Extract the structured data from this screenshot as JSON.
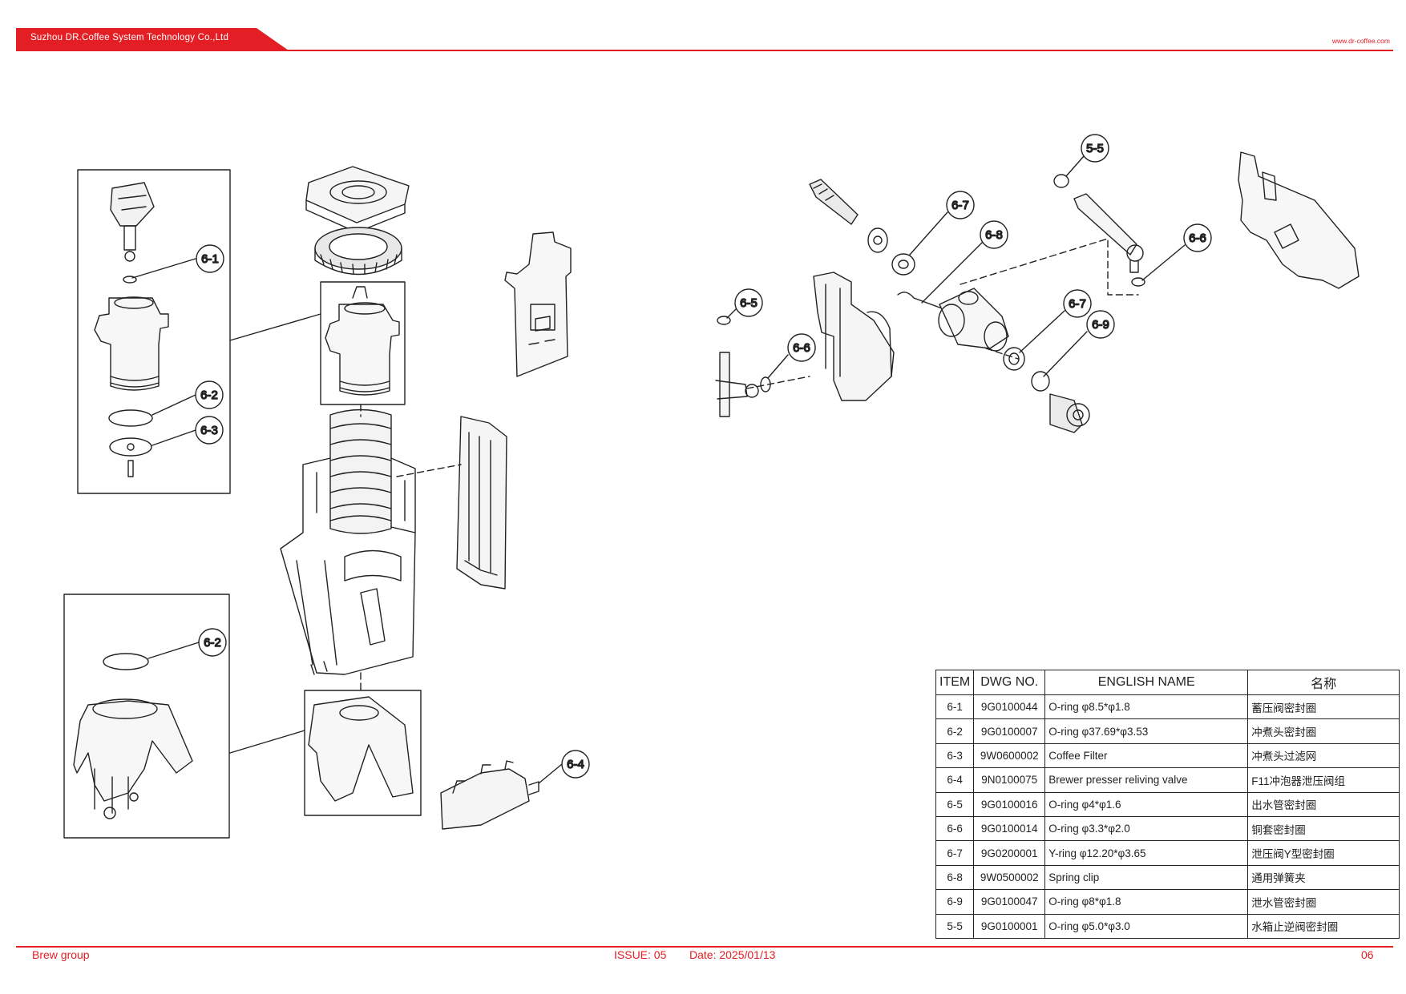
{
  "header": {
    "company": "Suzhou DR.Coffee System Technology Co.,Ltd",
    "website": "www.dr-coffee.com",
    "accent_color": "#e31e24"
  },
  "callouts": [
    "6-1",
    "6-2",
    "6-3",
    "6-2",
    "6-4",
    "6-5",
    "6-6",
    "6-7",
    "6-8",
    "5-5",
    "6-6",
    "6-7",
    "6-9"
  ],
  "table": {
    "headers": [
      "ITEM",
      "DWG NO.",
      "ENGLISH NAME",
      "名称"
    ],
    "rows": [
      {
        "item": "6-1",
        "dwg": "9G0100044",
        "english": "O-ring φ8.5*φ1.8",
        "chinese": "蓄压阀密封圈"
      },
      {
        "item": "6-2",
        "dwg": "9G0100007",
        "english": "O-ring φ37.69*φ3.53",
        "chinese": "冲煮头密封圈"
      },
      {
        "item": "6-3",
        "dwg": "9W0600002",
        "english": "Coffee Filter",
        "chinese": "冲煮头过滤网"
      },
      {
        "item": "6-4",
        "dwg": "9N0100075",
        "english": "Brewer presser reliving valve",
        "chinese": "F11冲泡器泄压阀组"
      },
      {
        "item": "6-5",
        "dwg": "9G0100016",
        "english": "O-ring φ4*φ1.6",
        "chinese": "出水管密封圈"
      },
      {
        "item": "6-6",
        "dwg": "9G0100014",
        "english": "O-ring φ3.3*φ2.0",
        "chinese": "铜套密封圈"
      },
      {
        "item": "6-7",
        "dwg": "9G0200001",
        "english": "Y-ring φ12.20*φ3.65",
        "chinese": "泄压阀Y型密封圈"
      },
      {
        "item": "6-8",
        "dwg": "9W0500002",
        "english": "Spring clip",
        "chinese": "通用弹簧夹"
      },
      {
        "item": "6-9",
        "dwg": "9G0100047",
        "english": "O-ring φ8*φ1.8",
        "chinese": "泄水管密封圈"
      },
      {
        "item": "5-5",
        "dwg": "9G0100001",
        "english": "O-ring φ5.0*φ3.0",
        "chinese": "水箱止逆阀密封圈"
      }
    ]
  },
  "footer": {
    "section": "Brew group",
    "issue": "ISSUE:  05",
    "date": "Date:  2025/01/13",
    "page": "06"
  }
}
